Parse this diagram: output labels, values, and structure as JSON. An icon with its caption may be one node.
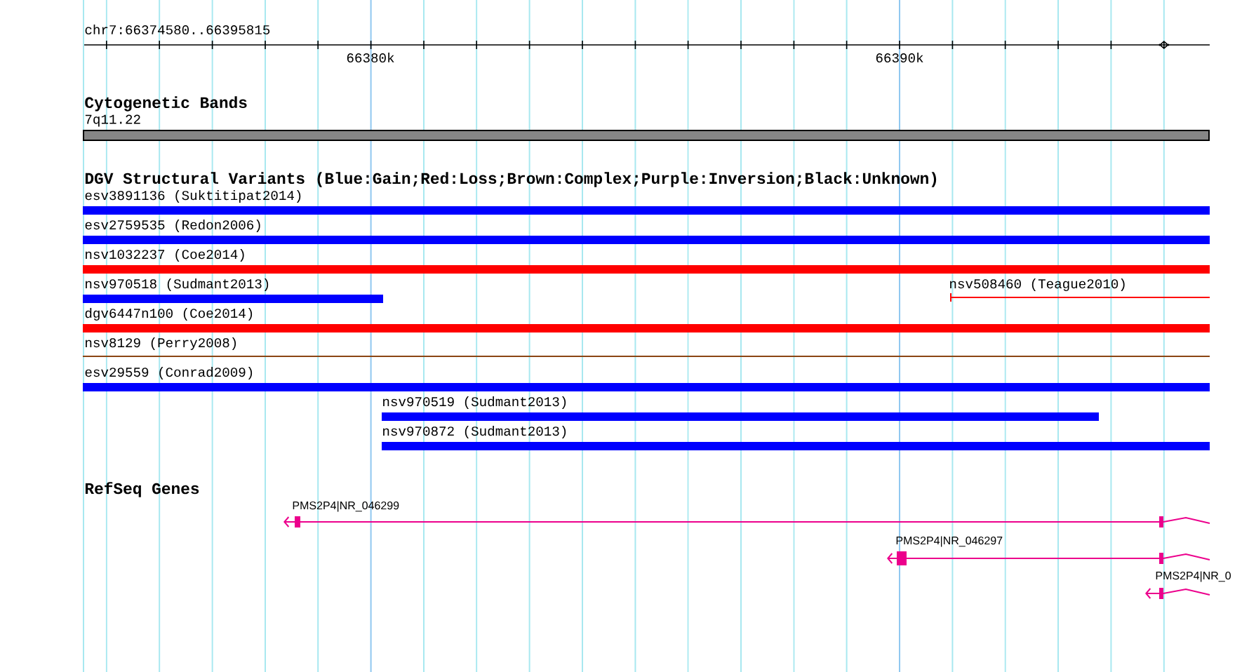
{
  "diagram": {
    "labels": [
      "chr7:66374580..66395815",
      "66380k",
      "66390k",
      "Cytogenetic Bands",
      "7q11.22",
      "DGV Structural Variants (Blue:Gain;Red:Loss;Brown:Complex;Purple:Inversion;Black:Unknown)",
      "esv3891136 (Suktitipat2014)",
      "esv2759535 (Redon2006)",
      "nsv1032237 (Coe2014)",
      "nsv970518 (Sudmant2013)",
      "nsv508460 (Teague2010)",
      "dgv6447n100 (Coe2014)",
      "nsv8129 (Perry2008)",
      "esv29559 (Conrad2009)",
      "nsv970519 (Sudmant2013)",
      "nsv970872 (Sudmant2013)",
      "RefSeq Genes",
      "PMS2P4|NR_046299",
      "PMS2P4|NR_046297",
      "PMS2P4|NR_0"
    ]
  }
}
